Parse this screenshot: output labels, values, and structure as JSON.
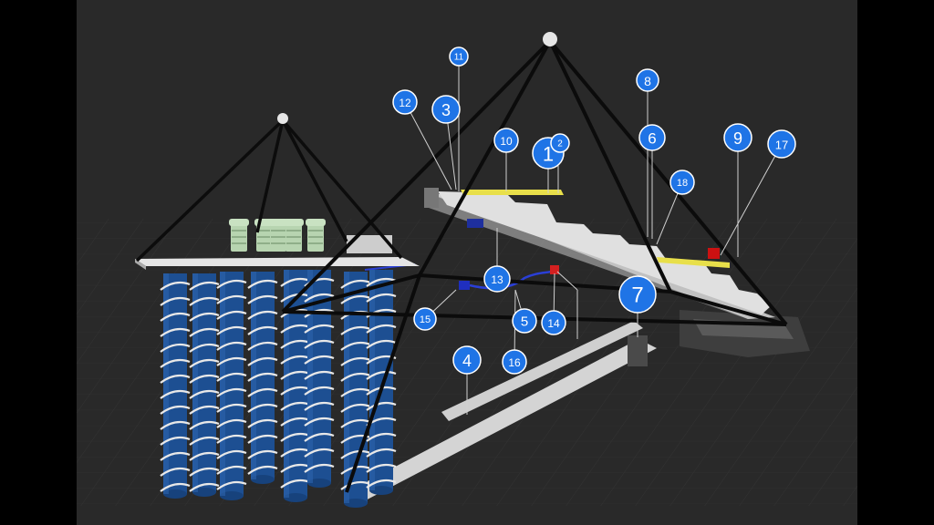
{
  "scene": {
    "background": "#292929",
    "frame_color": "#111111",
    "slab_color": "#d9d9d9",
    "coil_tube_color": "#1d4f92",
    "coil_wire_color": "#e8e8e8",
    "apex_sphere_color": "#e6e6e6"
  },
  "markers": [
    {
      "label": "1",
      "kind": "hotspot"
    },
    {
      "label": "3",
      "kind": "hotspot"
    },
    {
      "label": "4",
      "kind": "hotspot"
    },
    {
      "label": "5",
      "kind": "hotspot"
    },
    {
      "label": "6",
      "kind": "hotspot"
    },
    {
      "label": "7",
      "kind": "hotspot"
    },
    {
      "label": "8",
      "kind": "hotspot"
    },
    {
      "label": "9",
      "kind": "hotspot"
    },
    {
      "label": "10",
      "kind": "hotspot"
    },
    {
      "label": "11",
      "kind": "hotspot"
    },
    {
      "label": "12",
      "kind": "hotspot"
    },
    {
      "label": "13",
      "kind": "hotspot"
    },
    {
      "label": "14",
      "kind": "hotspot"
    },
    {
      "label": "15",
      "kind": "hotspot"
    },
    {
      "label": "16",
      "kind": "hotspot"
    },
    {
      "label": "17",
      "kind": "hotspot"
    },
    {
      "label": "18",
      "kind": "hotspot"
    },
    {
      "label": "2",
      "kind": "hotspot"
    }
  ]
}
